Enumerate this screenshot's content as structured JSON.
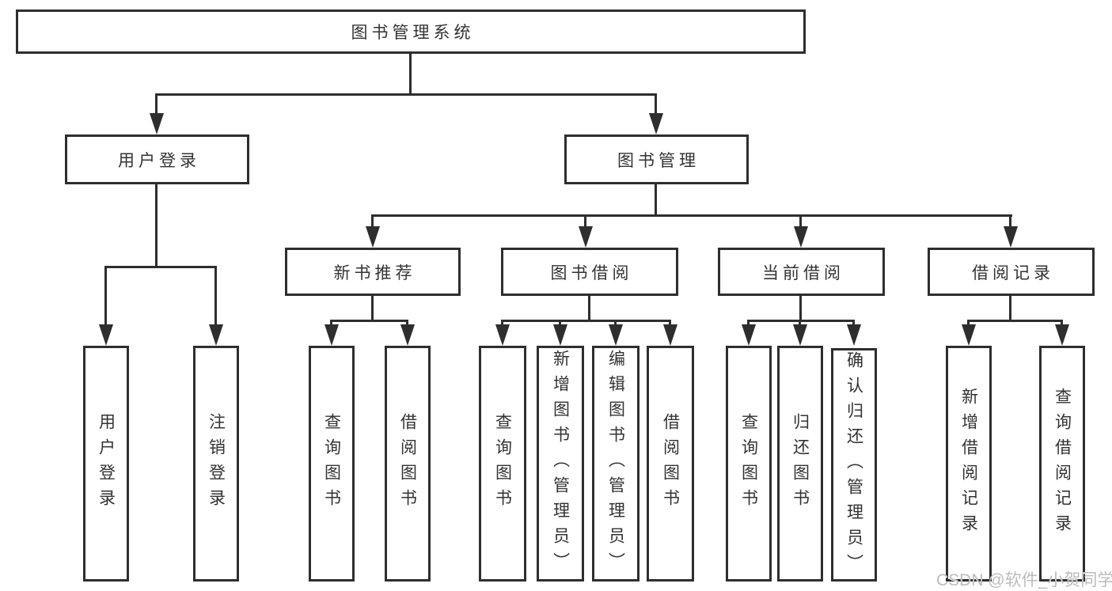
{
  "diagram": {
    "title": "图书管理系统",
    "user_login": {
      "label": "用户登录",
      "children": [
        "用户登录",
        "注销登录"
      ]
    },
    "book_management": {
      "label": "图书管理",
      "new_books": {
        "label": "新书推荐",
        "children": [
          "查询图书",
          "借阅图书"
        ]
      },
      "borrowing": {
        "label": "图书借阅",
        "children": [
          "查询图书",
          "新增图书（管理员）",
          "编辑图书（管理员）",
          "借阅图书"
        ]
      },
      "current": {
        "label": "当前借阅",
        "children": [
          "查询图书",
          "归还图书",
          "确认归还（管理员）"
        ]
      },
      "records": {
        "label": "借阅记录",
        "children": [
          "新增借阅记录",
          "查询借阅记录"
        ]
      }
    }
  },
  "watermark": {
    "text": "CSDN @软件_小贺同学"
  },
  "colors": {
    "line": "#2e2e2e",
    "box_border": "#2e2e2e",
    "text": "#333333",
    "background": "#ffffff",
    "watermark": "#bcbcbc"
  }
}
